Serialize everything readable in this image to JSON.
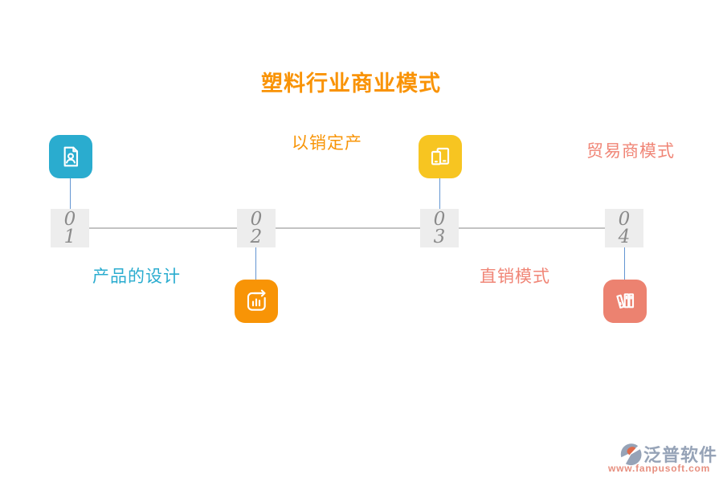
{
  "title": "塑料行业商业模式",
  "timeline": {
    "steps": [
      {
        "number_top": "0",
        "number_bottom": "1",
        "label": "产品的设计",
        "icon": "document-person-icon",
        "icon_color": "#2aaccf",
        "label_color": "#2aaccf",
        "icon_side": "above",
        "label_side": "below"
      },
      {
        "number_top": "0",
        "number_bottom": "2",
        "label": "以销定产",
        "icon": "chart-arrow-icon",
        "icon_color": "#f89406",
        "label_color": "#f89406",
        "icon_side": "below",
        "label_side": "above"
      },
      {
        "number_top": "0",
        "number_bottom": "3",
        "label": "直销模式",
        "icon": "devices-icon",
        "icon_color": "#f7c521",
        "label_color": "#f08576",
        "icon_side": "above",
        "label_side": "below"
      },
      {
        "number_top": "0",
        "number_bottom": "4",
        "label": "贸易商模式",
        "icon": "books-icon",
        "icon_color": "#ec8270",
        "label_color": "#f08576",
        "icon_side": "below",
        "label_side": "above"
      }
    ]
  },
  "watermark": {
    "brand": "泛普软件",
    "url": "www.fanpusoft.com"
  },
  "colors": {
    "title": "#f99306",
    "timeline_line": "#c3c3c3",
    "connector": "#6395d2",
    "number_box_bg": "#ededed",
    "number_text": "#8a8a8a",
    "watermark_brand": "#96a3b7",
    "watermark_url": "#e78f7f"
  }
}
